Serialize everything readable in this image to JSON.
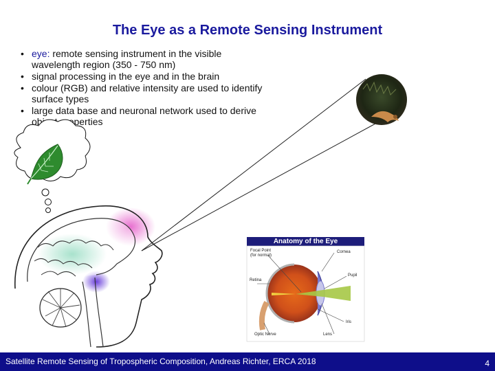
{
  "slide": {
    "title": "The Eye as a Remote Sensing Instrument",
    "bullets": [
      {
        "lead": "eye:",
        "text": " remote sensing instrument in the visible wavelength region (350 - 750 nm)"
      },
      {
        "lead": "",
        "text": "signal processing in the eye and in the brain"
      },
      {
        "lead": "",
        "text": "colour (RGB) and relative intensity are used to identify surface types"
      },
      {
        "lead": "",
        "text": "large data base and neuronal network used to derive object properties"
      }
    ],
    "bullet_symbol": "•"
  },
  "eye_diagram": {
    "header": "Anatomy of the Eye",
    "labels": {
      "focal": "Focal Point",
      "focal_sub": "(for normal)",
      "retina": "Retina",
      "cornea": "Cornea",
      "pupil": "Pupil",
      "iris": "Iris",
      "optic": "Optic Nerve",
      "lens": "Lens"
    }
  },
  "footer": {
    "text": "Satellite Remote Sensing of Tropospheric Composition, Andreas Richter, ERCA  2018",
    "page": "4"
  },
  "colors": {
    "title": "#1a1a9e",
    "footer_bg": "#0e0e8a",
    "leaf": "#2e8b2e"
  },
  "icons": [
    "leaf-icon",
    "thought-cloud-icon",
    "brain-head-icon",
    "eye-anatomy-icon",
    "eye-photo-icon"
  ]
}
